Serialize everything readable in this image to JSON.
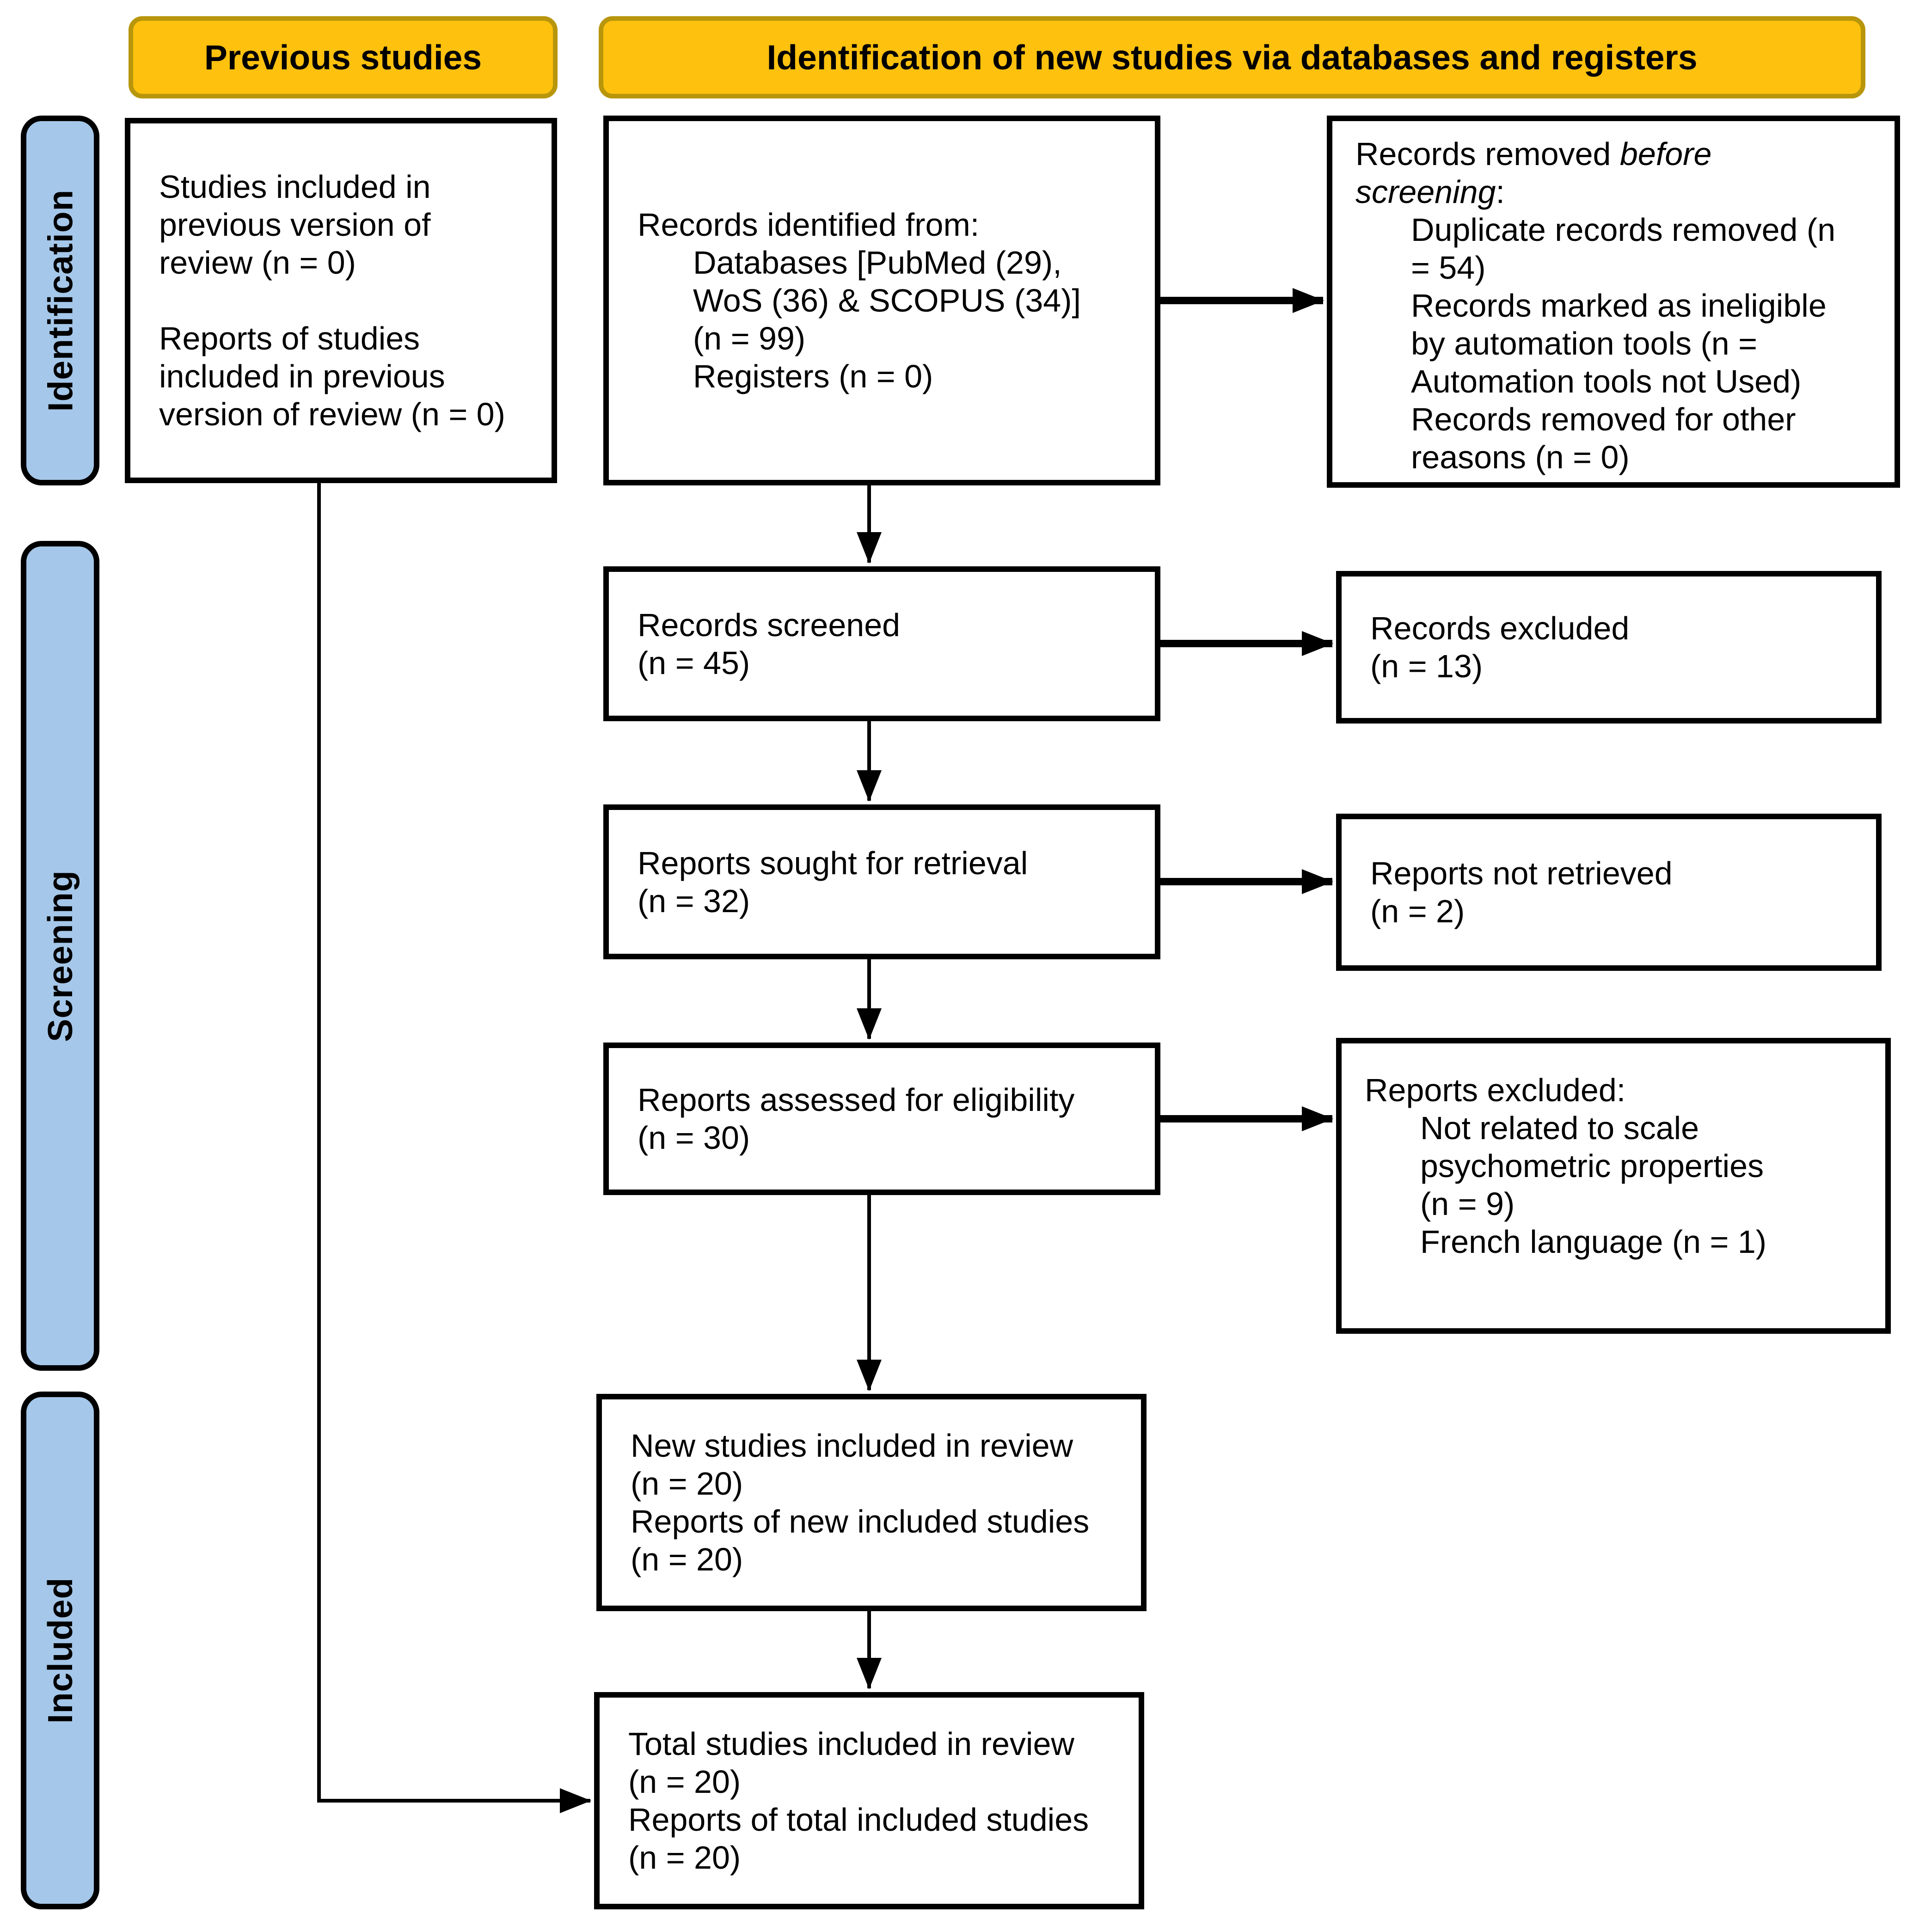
{
  "colors": {
    "gold_fill": "#FDC10E",
    "gold_border": "#B8960C",
    "blue_fill": "#A5C7E9",
    "box_border": "#000000",
    "background": "#FFFFFF"
  },
  "headers": {
    "previous": "Previous studies",
    "new_studies": "Identification of new studies via databases and registers"
  },
  "sidebar": {
    "identification": "Identification",
    "screening": "Screening",
    "included": "Included"
  },
  "boxes": {
    "previous_studies": {
      "lines": [
        "Studies included in",
        "previous version of",
        "review (n = 0)",
        "",
        "Reports of studies",
        "included in previous",
        "version of review (n = 0)"
      ]
    },
    "records_identified": {
      "title": "Records identified from:",
      "items": [
        "Databases [PubMed (29),",
        "WoS (36) & SCOPUS (34)]",
        "(n = 99)",
        "Registers (n = 0)"
      ]
    },
    "records_removed": {
      "title_line1_prefix": "Records removed ",
      "title_line1_italic": "before",
      "title_line2_italic": "screening",
      "title_line2_suffix": ":",
      "items": [
        "Duplicate records removed (n",
        "= 54)",
        "Records marked as ineligible",
        "by automation tools (n =",
        "Automation tools not Used)",
        "Records removed for other",
        "reasons (n = 0)"
      ]
    },
    "records_screened": {
      "lines": [
        "Records screened",
        "(n = 45)"
      ]
    },
    "records_excluded": {
      "lines": [
        "Records excluded",
        "(n = 13)"
      ]
    },
    "reports_sought": {
      "lines": [
        "Reports sought for retrieval",
        "(n = 32)"
      ]
    },
    "reports_not_retrieved": {
      "lines": [
        "Reports not retrieved",
        "(n = 2)"
      ]
    },
    "reports_assessed": {
      "lines": [
        "Reports assessed for eligibility",
        "(n = 30)"
      ]
    },
    "reports_excluded": {
      "title": "Reports excluded:",
      "items": [
        "Not related to scale",
        "psychometric properties",
        "(n = 9)",
        "French language (n = 1)"
      ]
    },
    "new_studies": {
      "lines": [
        "New studies included in review",
        "(n = 20)",
        "Reports of new included studies",
        "(n = 20)"
      ]
    },
    "total_studies": {
      "lines": [
        "Total studies included in review",
        "(n = 20)",
        "Reports of total included studies",
        "(n = 20)"
      ]
    }
  }
}
